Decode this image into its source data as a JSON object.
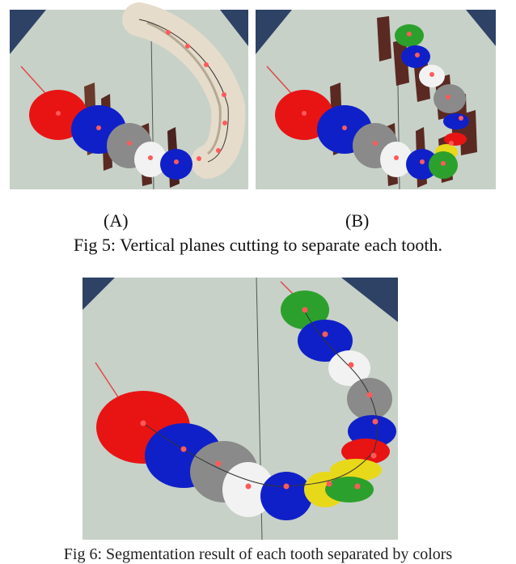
{
  "figure": {
    "panel_a_label": "(A)",
    "panel_b_label": "(B)",
    "caption": "Fig 5: Vertical planes cutting to separate each tooth.",
    "next_caption_fragment": "Fig 6: Segmentation result of each tooth separated by colors"
  },
  "colors": {
    "background": "#2e4266",
    "ground": "#c7d1c8",
    "red": "#e81414",
    "blue": "#1020c8",
    "green": "#2ca02c",
    "yellow": "#e8d81a",
    "gray": "#8a8a8a",
    "white": "#f2f2f2",
    "tan": "#e6dccb",
    "plane": "#5a2a22",
    "marker": "#ff5a5a"
  }
}
